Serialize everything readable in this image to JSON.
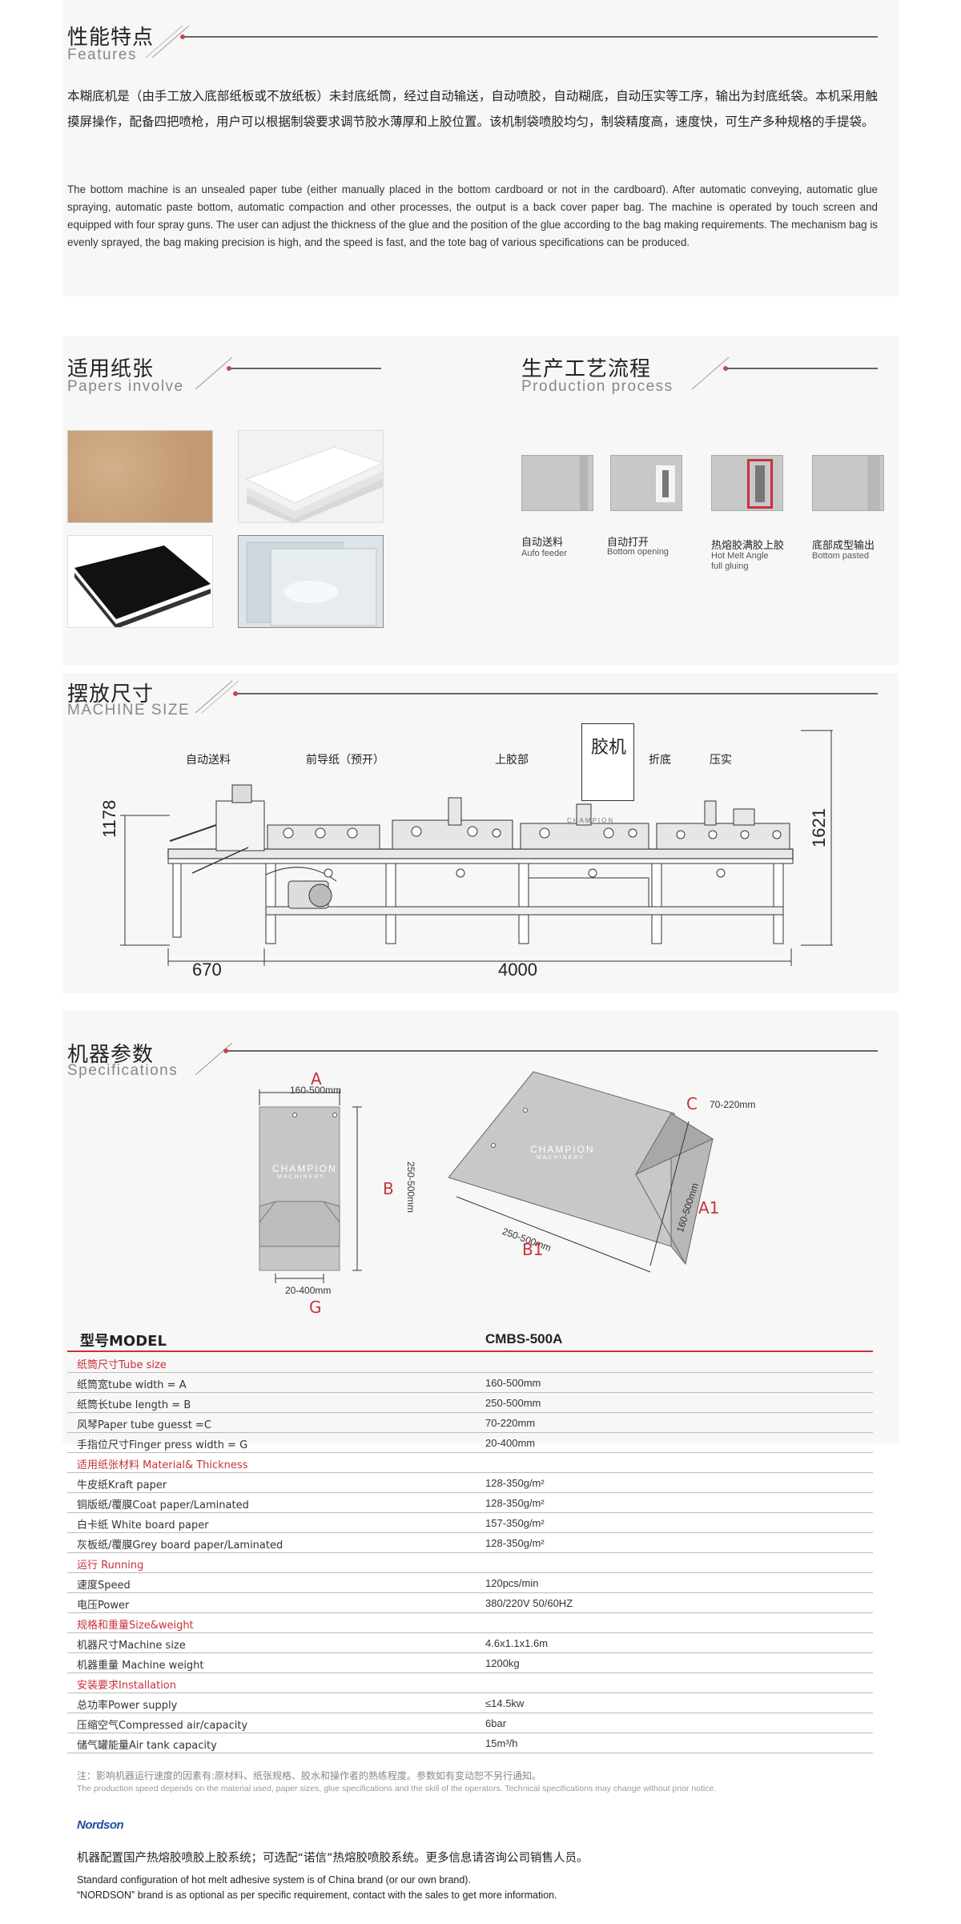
{
  "features": {
    "title_cn": "性能特点",
    "title_en": "Features",
    "para_cn": "本糊底机是（由手工放入底部纸板或不放纸板）未封底纸筒，经过自动输送，自动喷胶，自动糊底，自动压实等工序，输出为封底纸袋。本机采用触摸屏操作，配备四把喷枪，用户可以根据制袋要求调节胶水薄厚和上胶位置。该机制袋喷胶均匀，制袋精度高，速度快，可生产多种规格的手提袋。",
    "para_en": "The bottom machine is an unsealed paper tube (either manually placed in the bottom cardboard or not in the cardboard). After automatic conveying, automatic glue spraying, automatic paste bottom, automatic compaction and other processes, the output is a back cover paper bag. The machine is operated by touch screen and equipped with four spray guns. The user can adjust the thickness of the glue and the position of the glue according to the bag making requirements. The mechanism bag is evenly sprayed, the bag making precision is high, and the speed is fast, and the tote bag of various specifications can be produced."
  },
  "papers": {
    "title_cn": "适用纸张",
    "title_en": "Papers involve"
  },
  "process": {
    "title_cn": "生产工艺流程",
    "title_en": "Production process",
    "steps": [
      {
        "cn": "自动送料",
        "en": "Aufo feeder"
      },
      {
        "cn": "自动打开",
        "en": "Bottom opening"
      },
      {
        "cn": "热熔胶满胶上胶",
        "en": "Hot  Melt Angle full gluing"
      },
      {
        "cn": "底部成型输出",
        "en": "Bottom pasted"
      }
    ]
  },
  "size": {
    "title_cn": "摆放尺寸",
    "title_en": "MACHINE SIZE",
    "labels": [
      "自动送料",
      "前导纸（预开）",
      "上胶部",
      "折底",
      "压实"
    ],
    "glue_box": "胶机",
    "dim_left": "1178",
    "dim_right": "1621",
    "dim_feed": "670",
    "dim_length": "4000",
    "brand": "CHAMPION",
    "brand_sub": "MACHINERY"
  },
  "specs": {
    "title_cn": "机器参数",
    "title_en": "Specifications",
    "diagram": {
      "A": "A",
      "A_dim": "160-500mm",
      "B": "B",
      "B_dim": "250-500mm",
      "G": "G",
      "G_dim": "20-400mm",
      "C": "C",
      "C_dim": "70-220mm",
      "A1": "A1",
      "A1_dim": "160-500mm",
      "B1": "B1",
      "B1_dim": "250-500mm"
    },
    "header_key": "型号MODEL",
    "header_val": "CMBS-500A",
    "rows": [
      {
        "k": "纸筒尺寸Tube size",
        "v": "",
        "cat": true
      },
      {
        "k": "纸筒宽tube width = A",
        "v": "160-500mm",
        "cat": false
      },
      {
        "k": "纸筒长tube length = B",
        "v": "250-500mm",
        "cat": false
      },
      {
        "k": "风琴Paper tube guesst =C",
        "v": "70-220mm",
        "cat": false
      },
      {
        "k": "手指位尺寸Finger press width = G",
        "v": "20-400mm",
        "cat": false
      },
      {
        "k": "适用纸张材料 Material& Thickness",
        "v": "",
        "cat": true
      },
      {
        "k": "牛皮纸Kraft paper",
        "v": "128-350g/m²",
        "cat": false
      },
      {
        "k": "铜版纸/覆膜Coat paper/Laminated",
        "v": "128-350g/m²",
        "cat": false
      },
      {
        "k": "白卡纸 White board paper",
        "v": "157-350g/m²",
        "cat": false
      },
      {
        "k": "灰板纸/覆膜Grey board paper/Laminated",
        "v": "128-350g/m²",
        "cat": false
      },
      {
        "k": "运行 Running",
        "v": "",
        "cat": true
      },
      {
        "k": "速度Speed",
        "v": "120pcs/min",
        "cat": false
      },
      {
        "k": "电压Power",
        "v": "380/220V 50/60HZ",
        "cat": false
      },
      {
        "k": "规格和重量Size&weight",
        "v": "",
        "cat": true
      },
      {
        "k": "机器尺寸Machine size",
        "v": "4.6x1.1x1.6m",
        "cat": false
      },
      {
        "k": "机器重量 Machine weight",
        "v": "1200kg",
        "cat": false
      },
      {
        "k": "安装要求Installation",
        "v": "",
        "cat": true
      },
      {
        "k": "总功率Power supply",
        "v": "≤14.5kw",
        "cat": false
      },
      {
        "k": "压缩空气Compressed air/capacity",
        "v": "6bar",
        "cat": false
      },
      {
        "k": "储气罐能量Air tank capacity",
        "v": "15m³/h",
        "cat": false
      }
    ],
    "note_cn": "注：影响机器运行速度的因素有:原材料、纸张规格、胶水和操作者的熟练程度。参数如有变动恕不另行通知。",
    "note_en": "The production speed depends on the material used, paper sizes, glue specifications and the skill of the operators. Technical specifications may change without prior notice.",
    "nordson_logo": "Nordson",
    "footer_cn": "机器配置国产热熔胶喷胶上胶系统；可选配“诺信”热熔胶喷胶系统。更多信息请咨询公司销售人员。",
    "footer_en1": "Standard configuration of hot melt adhesive system is of China brand (or our own brand).",
    "footer_en2": "“NORDSON”  brand is as optional as per specific requirement,  contact with the sales to get more information."
  }
}
